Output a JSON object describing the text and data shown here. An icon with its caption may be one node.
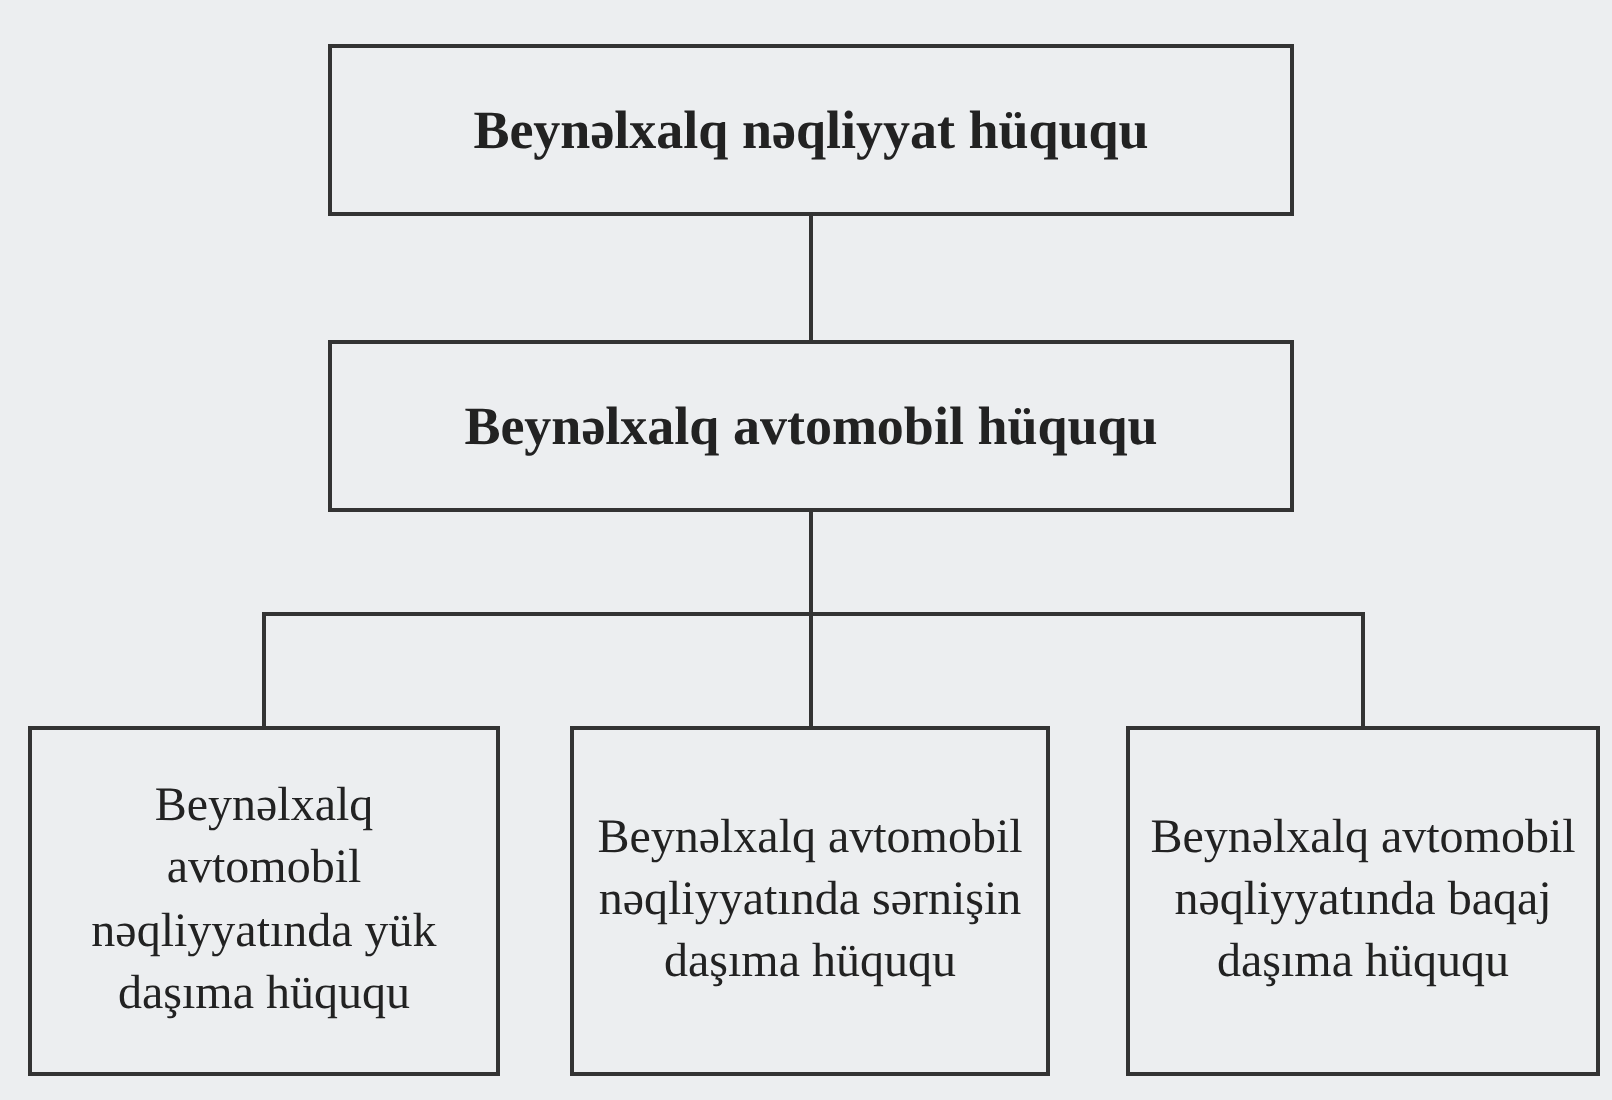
{
  "diagram": {
    "nodes": [
      {
        "text": [
          "Beynəlxalq nəqliyyat hüququ"
        ]
      },
      {
        "text": [
          "Beynəlxalq avtomobil hüququ"
        ]
      },
      {
        "text": [
          "Beynəlxalq avtomobil nəqliyyatında yük daşıma hüququ"
        ]
      },
      {
        "text": [
          "Beynəlxalq avtomobil nəqliyyatında sərnişin daşıma hüququ"
        ]
      },
      {
        "text": [
          "Beynəlxalq avtomobil nəqliyyatında baqaj daşıma hüququ"
        ]
      }
    ],
    "edges": [
      {
        "from": 0,
        "to": 1,
        "arrow": "none"
      },
      {
        "from": 1,
        "to": 2,
        "arrow": "none"
      },
      {
        "from": 1,
        "to": 3,
        "arrow": "none"
      },
      {
        "from": 1,
        "to": 4,
        "arrow": "none"
      }
    ]
  }
}
